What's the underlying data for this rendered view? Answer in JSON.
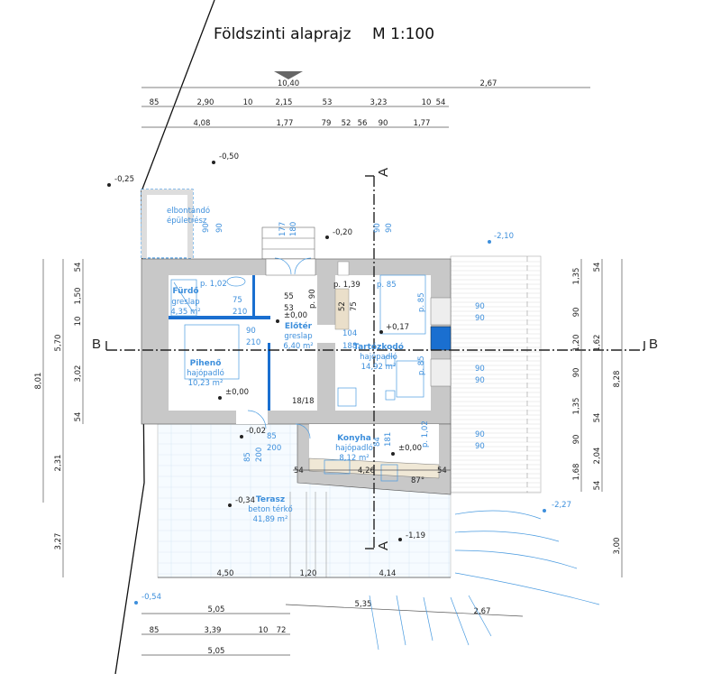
{
  "title": {
    "name": "Földszinti alaprajz",
    "scale": "M 1:100"
  },
  "section_labels": {
    "a": "A",
    "b": "B"
  },
  "rooms": [
    {
      "name": "Fürdő",
      "floor": "greslap",
      "area": "4,35 m²"
    },
    {
      "name": "Előtér",
      "floor": "greslap",
      "area": "6,40 m²"
    },
    {
      "name": "Pihenő",
      "floor": "hajópadló",
      "area": "10,23 m²"
    },
    {
      "name": "Tartózkodó",
      "floor": "hajópadló",
      "area": "14,92 m²"
    },
    {
      "name": "Konyha",
      "floor": "hajópadló",
      "area": "8,12 m²"
    },
    {
      "name": "Terasz",
      "floor": "beton térkő",
      "area": "41,89 m²"
    }
  ],
  "demolition": {
    "line1": "elbontandó",
    "line2": "épületrész"
  },
  "top_dims": {
    "row1": [
      "10,40",
      "2,67"
    ],
    "row2": [
      "85",
      "2,90",
      "10",
      "2,15",
      "53",
      "3,23",
      "10",
      "54"
    ],
    "row3": [
      "4,08",
      "1,77",
      "79",
      "52",
      "56",
      "90",
      "1,77"
    ]
  },
  "left_dims": {
    "outer": [
      "8,01"
    ],
    "mid": [
      "5,70",
      "2,31",
      "3,27"
    ],
    "inner": [
      "54",
      "1,50",
      "10",
      "3,02",
      "54"
    ]
  },
  "right_dims": {
    "inner": [
      "1,35",
      "90",
      "1,20",
      "90",
      "1,35",
      "90",
      "1,68"
    ],
    "mid": [
      "54",
      "1,62",
      "54",
      "2,04",
      "54"
    ],
    "outer": [
      "8,28",
      "3,00"
    ]
  },
  "bottom_dims": {
    "row1": [
      "4,50",
      "1,20",
      "4,14"
    ],
    "row2": [
      "5,05",
      "5,35",
      "2,67"
    ],
    "row3": [
      "85",
      "3,39",
      "10",
      "72"
    ],
    "row4": [
      "5,05"
    ]
  },
  "levels": {
    "black": [
      "-0,50",
      "-0,25",
      "-0,20",
      "±0,00",
      "+0,17",
      "±0,00",
      "-0,02",
      "±0,00",
      "-0,34",
      "-1,19"
    ],
    "blue": [
      "-2,10",
      "-2,27",
      "-0,54"
    ]
  },
  "annotations": {
    "black": [
      "55",
      "53",
      "p. 90",
      "52",
      "75",
      "p. 1,39",
      "18/18",
      "54",
      "4,26",
      "54",
      "87°"
    ],
    "blue": [
      "p. 1,02",
      "75",
      "210",
      "90",
      "210",
      "104",
      "188",
      "p. 85",
      "85",
      "200",
      "85",
      "200",
      "90",
      "90",
      "177",
      "180",
      "90",
      "90",
      "181",
      "84",
      "p. 1,02",
      "p. 85",
      "p. 85",
      "90",
      "90",
      "90",
      "90",
      "90",
      "90"
    ]
  },
  "colors": {
    "blue": "#3d8fdc",
    "wall": "#c8c8c8",
    "chimney": "#1a6fd0"
  }
}
